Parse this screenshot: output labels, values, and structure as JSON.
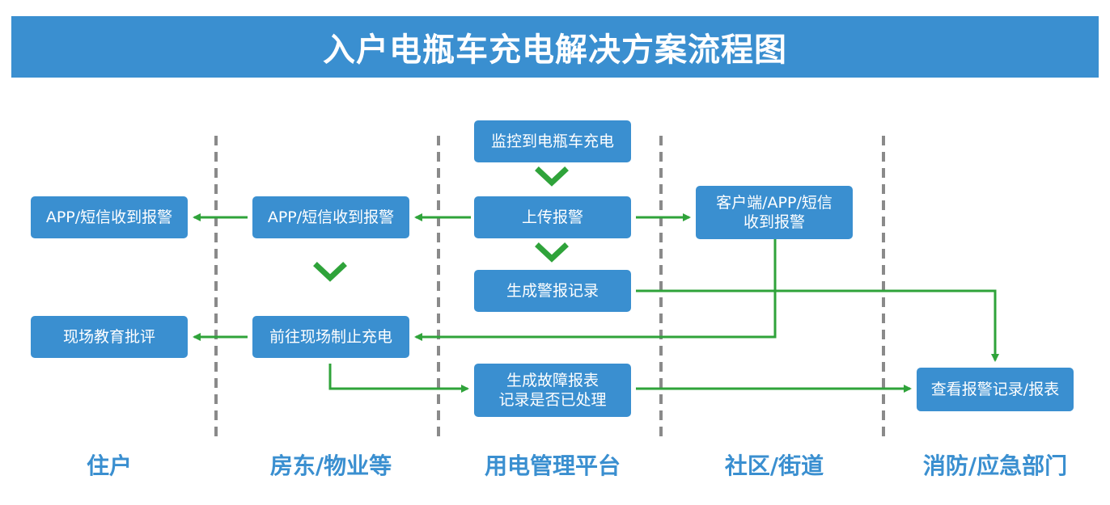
{
  "title": "入户电瓶车充电解决方案流程图",
  "lanes": [
    "住户",
    "房东/物业等",
    "用电管理平台",
    "社区/街道",
    "消防/应急部门"
  ],
  "nodes": {
    "resident_app": "APP/短信收到报警",
    "resident_edu": "现场教育批评",
    "landlord_app": "APP/短信收到报警",
    "landlord_go": "前往现场制止充电",
    "platform_monitor": "监控到电瓶车充电",
    "platform_upload": "上传报警",
    "platform_record": "生成警报记录",
    "platform_report": "生成故障报表\n记录是否已处理",
    "community_app": "客户端/APP/短信\n收到报警",
    "fire_view": "查看报警记录/报表"
  },
  "colors": {
    "accent": "#3a8fd0",
    "arrow": "#2fa33a",
    "divider": "#8a8a8a"
  }
}
